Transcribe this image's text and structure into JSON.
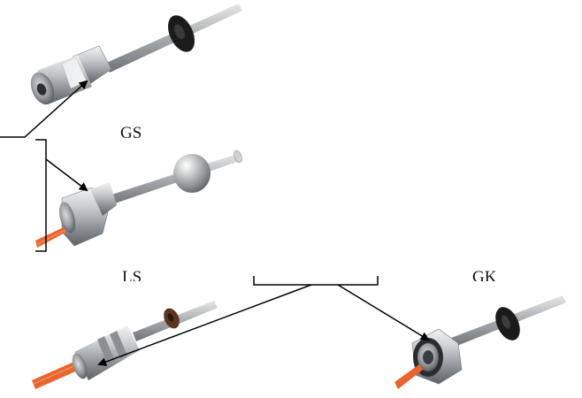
{
  "labels": {
    "gs": "GS",
    "ls": "LS",
    "gk": "GK"
  },
  "colors": {
    "steel": "#b9bcbf",
    "steel_dark": "#6f7378",
    "cable_orange": "#e8662e",
    "seal_black": "#1b1b1b",
    "seal_brown": "#5a3621",
    "arrow": "#000000"
  }
}
